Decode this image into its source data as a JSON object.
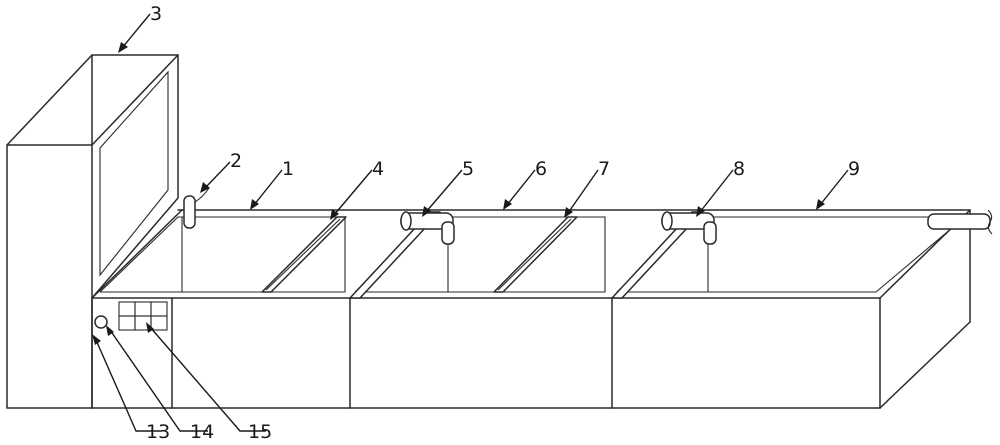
{
  "labels": {
    "l1": "1",
    "l2": "2",
    "l3": "3",
    "l4": "4",
    "l5": "5",
    "l6": "6",
    "l7": "7",
    "l8": "8",
    "l9": "9",
    "l13": "13",
    "l14": "14",
    "l15": "15"
  }
}
